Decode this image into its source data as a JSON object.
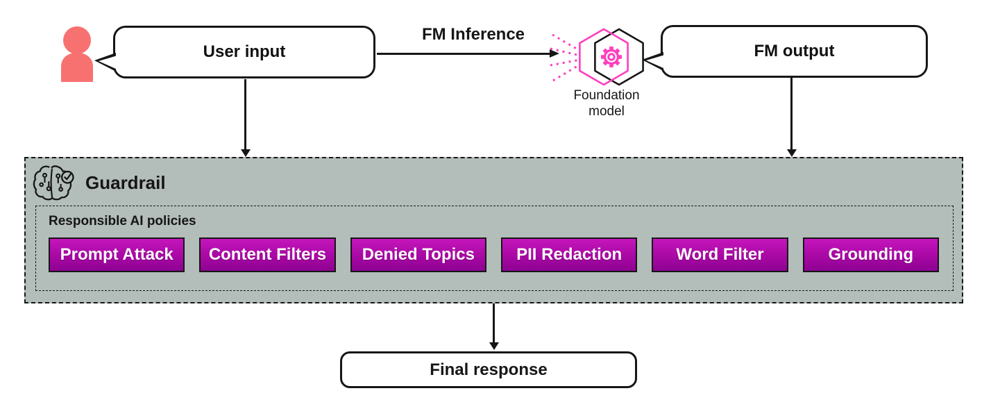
{
  "diagram": {
    "nodes": {
      "user_input": "User input",
      "fm_inference": "FM Inference",
      "foundation_model": "Foundation model",
      "fm_output": "FM output",
      "guardrail": "Guardrail",
      "policies_title": "Responsible AI policies",
      "final_response": "Final response"
    },
    "policies": [
      "Prompt Attack",
      "Content Filters",
      "Denied Topics",
      "PII Redaction",
      "Word Filter",
      "Grounding"
    ],
    "icons": {
      "user": "user-icon",
      "foundation_model": "hexagon-gear-icon",
      "guardrail": "brain-circuit-icon"
    },
    "colors": {
      "person": "#F87171",
      "model_pink": "#FF3EBF",
      "guardrail_background": "#B3BDBA",
      "policy_button_top": "#C516BC",
      "policy_button_bottom": "#8E0292",
      "outline": "#161616",
      "policy_text": "#FFFFFF"
    }
  }
}
